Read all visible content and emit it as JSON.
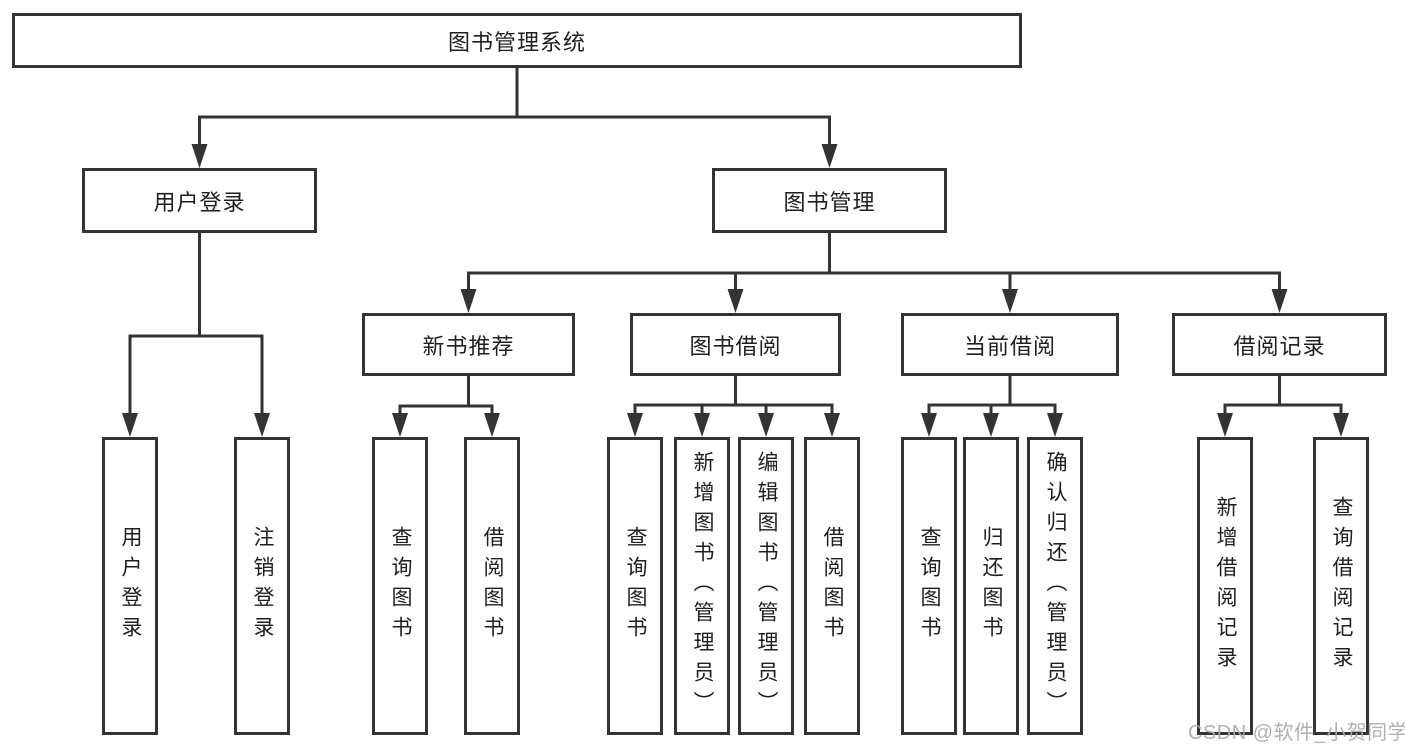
{
  "diagram": {
    "title": "图书管理系统",
    "tree": {
      "root": {
        "label": "图书管理系统"
      },
      "level2": [
        {
          "id": "user-login",
          "label": "用户登录",
          "parent": "图书管理系统"
        },
        {
          "id": "book-management",
          "label": "图书管理",
          "parent": "图书管理系统"
        }
      ],
      "level3": [
        {
          "id": "new-book-recommend",
          "label": "新书推荐",
          "parent": "图书管理"
        },
        {
          "id": "book-borrow",
          "label": "图书借阅",
          "parent": "图书管理"
        },
        {
          "id": "current-borrow",
          "label": "当前借阅",
          "parent": "图书管理"
        },
        {
          "id": "borrow-record",
          "label": "借阅记录",
          "parent": "图书管理"
        }
      ],
      "leaves": [
        {
          "label": "用户登录",
          "parent": "用户登录"
        },
        {
          "label": "注销登录",
          "parent": "用户登录"
        },
        {
          "label": "查询图书",
          "parent": "新书推荐"
        },
        {
          "label": "借阅图书",
          "parent": "新书推荐"
        },
        {
          "label": "查询图书",
          "parent": "图书借阅"
        },
        {
          "label": "新增图书（管理员）",
          "parent": "图书借阅"
        },
        {
          "label": "编辑图书（管理员）",
          "parent": "图书借阅"
        },
        {
          "label": "借阅图书",
          "parent": "图书借阅"
        },
        {
          "label": "查询图书",
          "parent": "当前借阅"
        },
        {
          "label": "归还图书",
          "parent": "当前借阅"
        },
        {
          "label": "确认归还（管理员）",
          "parent": "当前借阅"
        },
        {
          "label": "新增借阅记录",
          "parent": "借阅记录"
        },
        {
          "label": "查询借阅记录",
          "parent": "借阅记录"
        }
      ]
    },
    "watermark": "CSDN @软件_小贺同学",
    "colors": {
      "line": "#333333",
      "box_border": "#333333",
      "text": "#1f1f1f",
      "watermark": "#acacac",
      "background": "#ffffff"
    }
  }
}
